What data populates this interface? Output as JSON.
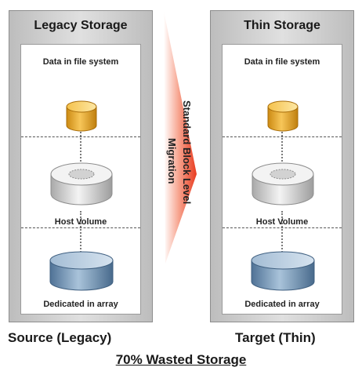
{
  "panels": [
    {
      "title": "Legacy Storage",
      "file_system_label": "Data in file system",
      "host_volume_label": "Host Volume",
      "array_label": "Dedicated in array"
    },
    {
      "title": "Thin Storage",
      "file_system_label": "Data in file system",
      "host_volume_label": "Host Volume",
      "array_label": "Dedicated in array"
    }
  ],
  "migration": {
    "line1": "Standard Block Level",
    "line2": "Migration"
  },
  "captions": {
    "source": "Source (Legacy)",
    "target": "Target (Thin)",
    "summary": "70% Wasted Storage"
  },
  "colors": {
    "data_cylinder": "#f2b233",
    "host_cylinder": "#e6e6e6",
    "array_cylinder": "#8fb0cc",
    "arrow": "#ee4a2c"
  }
}
